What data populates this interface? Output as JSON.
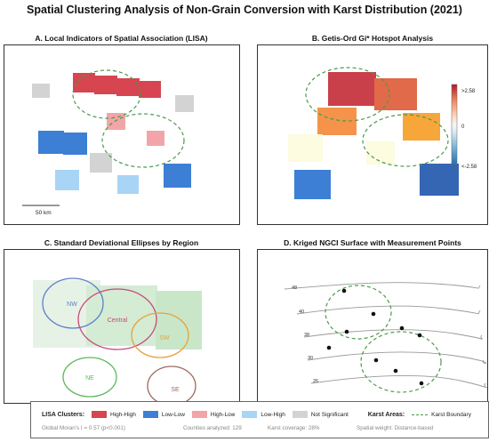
{
  "title": "Spatial Clustering Analysis of Non-Grain Conversion with Karst Distribution (2021)",
  "colors": {
    "high_high": "#d64550",
    "low_low": "#3c7fd4",
    "high_low": "#f2a5a8",
    "low_high": "#a8d4f5",
    "not_significant": "#d3d3d3",
    "karst": "#4a9a4a"
  },
  "panels": {
    "a": {
      "title": "A. Local Indicators of Spatial Association (LISA)",
      "scale_label": "50 km",
      "cells": [
        {
          "cluster": "high_high"
        },
        {
          "cluster": "high_high"
        },
        {
          "cluster": "high_high"
        },
        {
          "cluster": "high_high"
        },
        {
          "cluster": "not_significant"
        },
        {
          "cluster": "not_significant"
        },
        {
          "cluster": "not_significant"
        },
        {
          "cluster": "high_low"
        },
        {
          "cluster": "high_low"
        },
        {
          "cluster": "low_low"
        },
        {
          "cluster": "low_low"
        },
        {
          "cluster": "low_low"
        },
        {
          "cluster": "low_high"
        },
        {
          "cluster": "low_high"
        }
      ]
    },
    "b": {
      "title": "B. Getis-Ord Gi* Hotspot Analysis",
      "colorbar_ticks": [
        ">2.58",
        "0",
        "<-2.58"
      ]
    },
    "c": {
      "title": "C. Standard Deviational Ellipses by Region",
      "regions": [
        "NW",
        "Central",
        "SW",
        "NE",
        "SE"
      ],
      "region_colors": [
        "#5a7fc9",
        "#c9487a",
        "#e8a23a",
        "#5cb85c",
        "#9b6b5e"
      ]
    },
    "d": {
      "title": "D. Kriged NGCI Surface with Measurement Points",
      "contour_labels": [
        "48",
        "40",
        "38",
        "30",
        "26"
      ]
    }
  },
  "legend": {
    "lisa_label": "LISA Clusters:",
    "high_high": "High-High",
    "low_low": "Low-Low",
    "high_low": "High-Low",
    "low_high": "Low-High",
    "not_significant": "Not Significant",
    "karst_label": "Karst Areas:",
    "karst_boundary": "Karst Boundary",
    "moran": "Global Moran's I = 0.57 (p<0.001)",
    "counties": "Counties analyzed: 129",
    "coverage": "Karst coverage: 28%",
    "weight": "Spatial weight: Distance-based"
  }
}
